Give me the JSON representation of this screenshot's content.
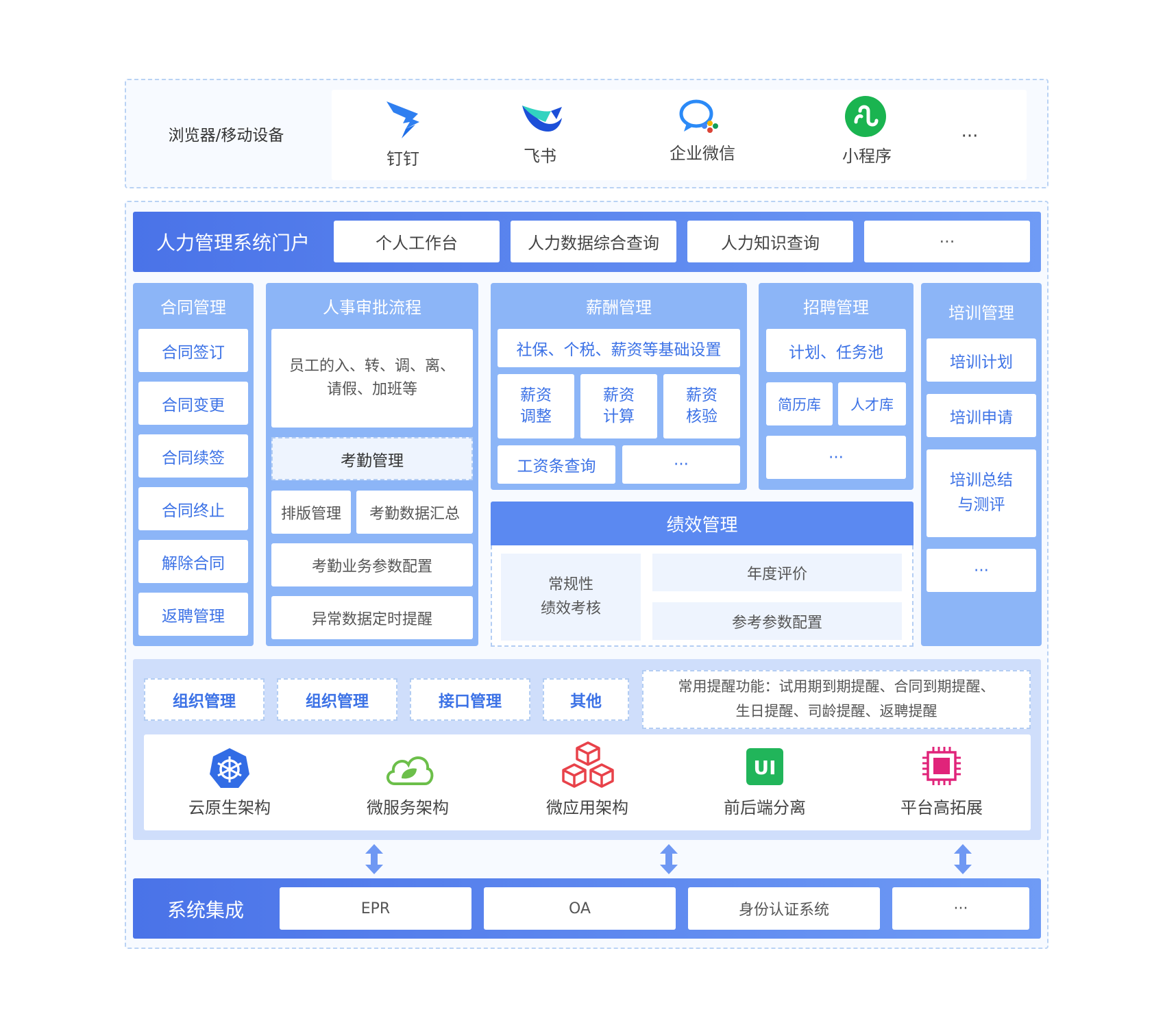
{
  "top": {
    "label": "浏览器/移动设备",
    "apps": [
      "钉钉",
      "飞书",
      "企业微信",
      "小程序"
    ],
    "more": "···"
  },
  "portal": {
    "title": "人力管理系统门户",
    "items": [
      "个人工作台",
      "人力数据综合查询",
      "人力知识查询",
      "···"
    ]
  },
  "contract": {
    "title": "合同管理",
    "items": [
      "合同签订",
      "合同变更",
      "合同续签",
      "合同终止",
      "解除合同",
      "返聘管理"
    ]
  },
  "hr_approval": {
    "title": "人事审批流程",
    "desc": "员工的入、转、调、离、\n请假、加班等",
    "attendance": "考勤管理",
    "schedule": "排版管理",
    "summary": "考勤数据汇总",
    "param": "考勤业务参数配置",
    "alert": "异常数据定时提醒"
  },
  "salary": {
    "title": "薪酬管理",
    "base": "社保、个税、薪资等基础设置",
    "adjust": "薪资\n调整",
    "calc": "薪资\n计算",
    "verify": "薪资\n核验",
    "payslip": "工资条查询",
    "more": "···"
  },
  "recruit": {
    "title": "招聘管理",
    "plan": "计划、任务池",
    "resume": "简历库",
    "talent": "人才库",
    "more": "···"
  },
  "training": {
    "title": "培训管理",
    "items": [
      "培训计划",
      "培训申请",
      "培训总结\n与测评",
      "···"
    ]
  },
  "performance": {
    "title": "绩效管理",
    "routine": "常规性\n绩效考核",
    "annual": "年度评价",
    "param": "参考参数配置"
  },
  "base_layer": {
    "modules": [
      "组织管理",
      "组织管理",
      "接口管理",
      "其他"
    ],
    "reminder": "常用提醒功能：试用期到期提醒、合同到期提醒、\n生日提醒、司龄提醒、返聘提醒",
    "tech": [
      "云原生架构",
      "微服务架构",
      "微应用架构",
      "前后端分离",
      "平台高拓展"
    ]
  },
  "integration": {
    "title": "系统集成",
    "items": [
      "EPR",
      "OA",
      "身份认证系统",
      "···"
    ]
  },
  "colors": {
    "primary": "#4d7ef0",
    "column": "#8cb5f7",
    "accent_text": "#3c72e6",
    "base_panel": "#cfdefb"
  }
}
